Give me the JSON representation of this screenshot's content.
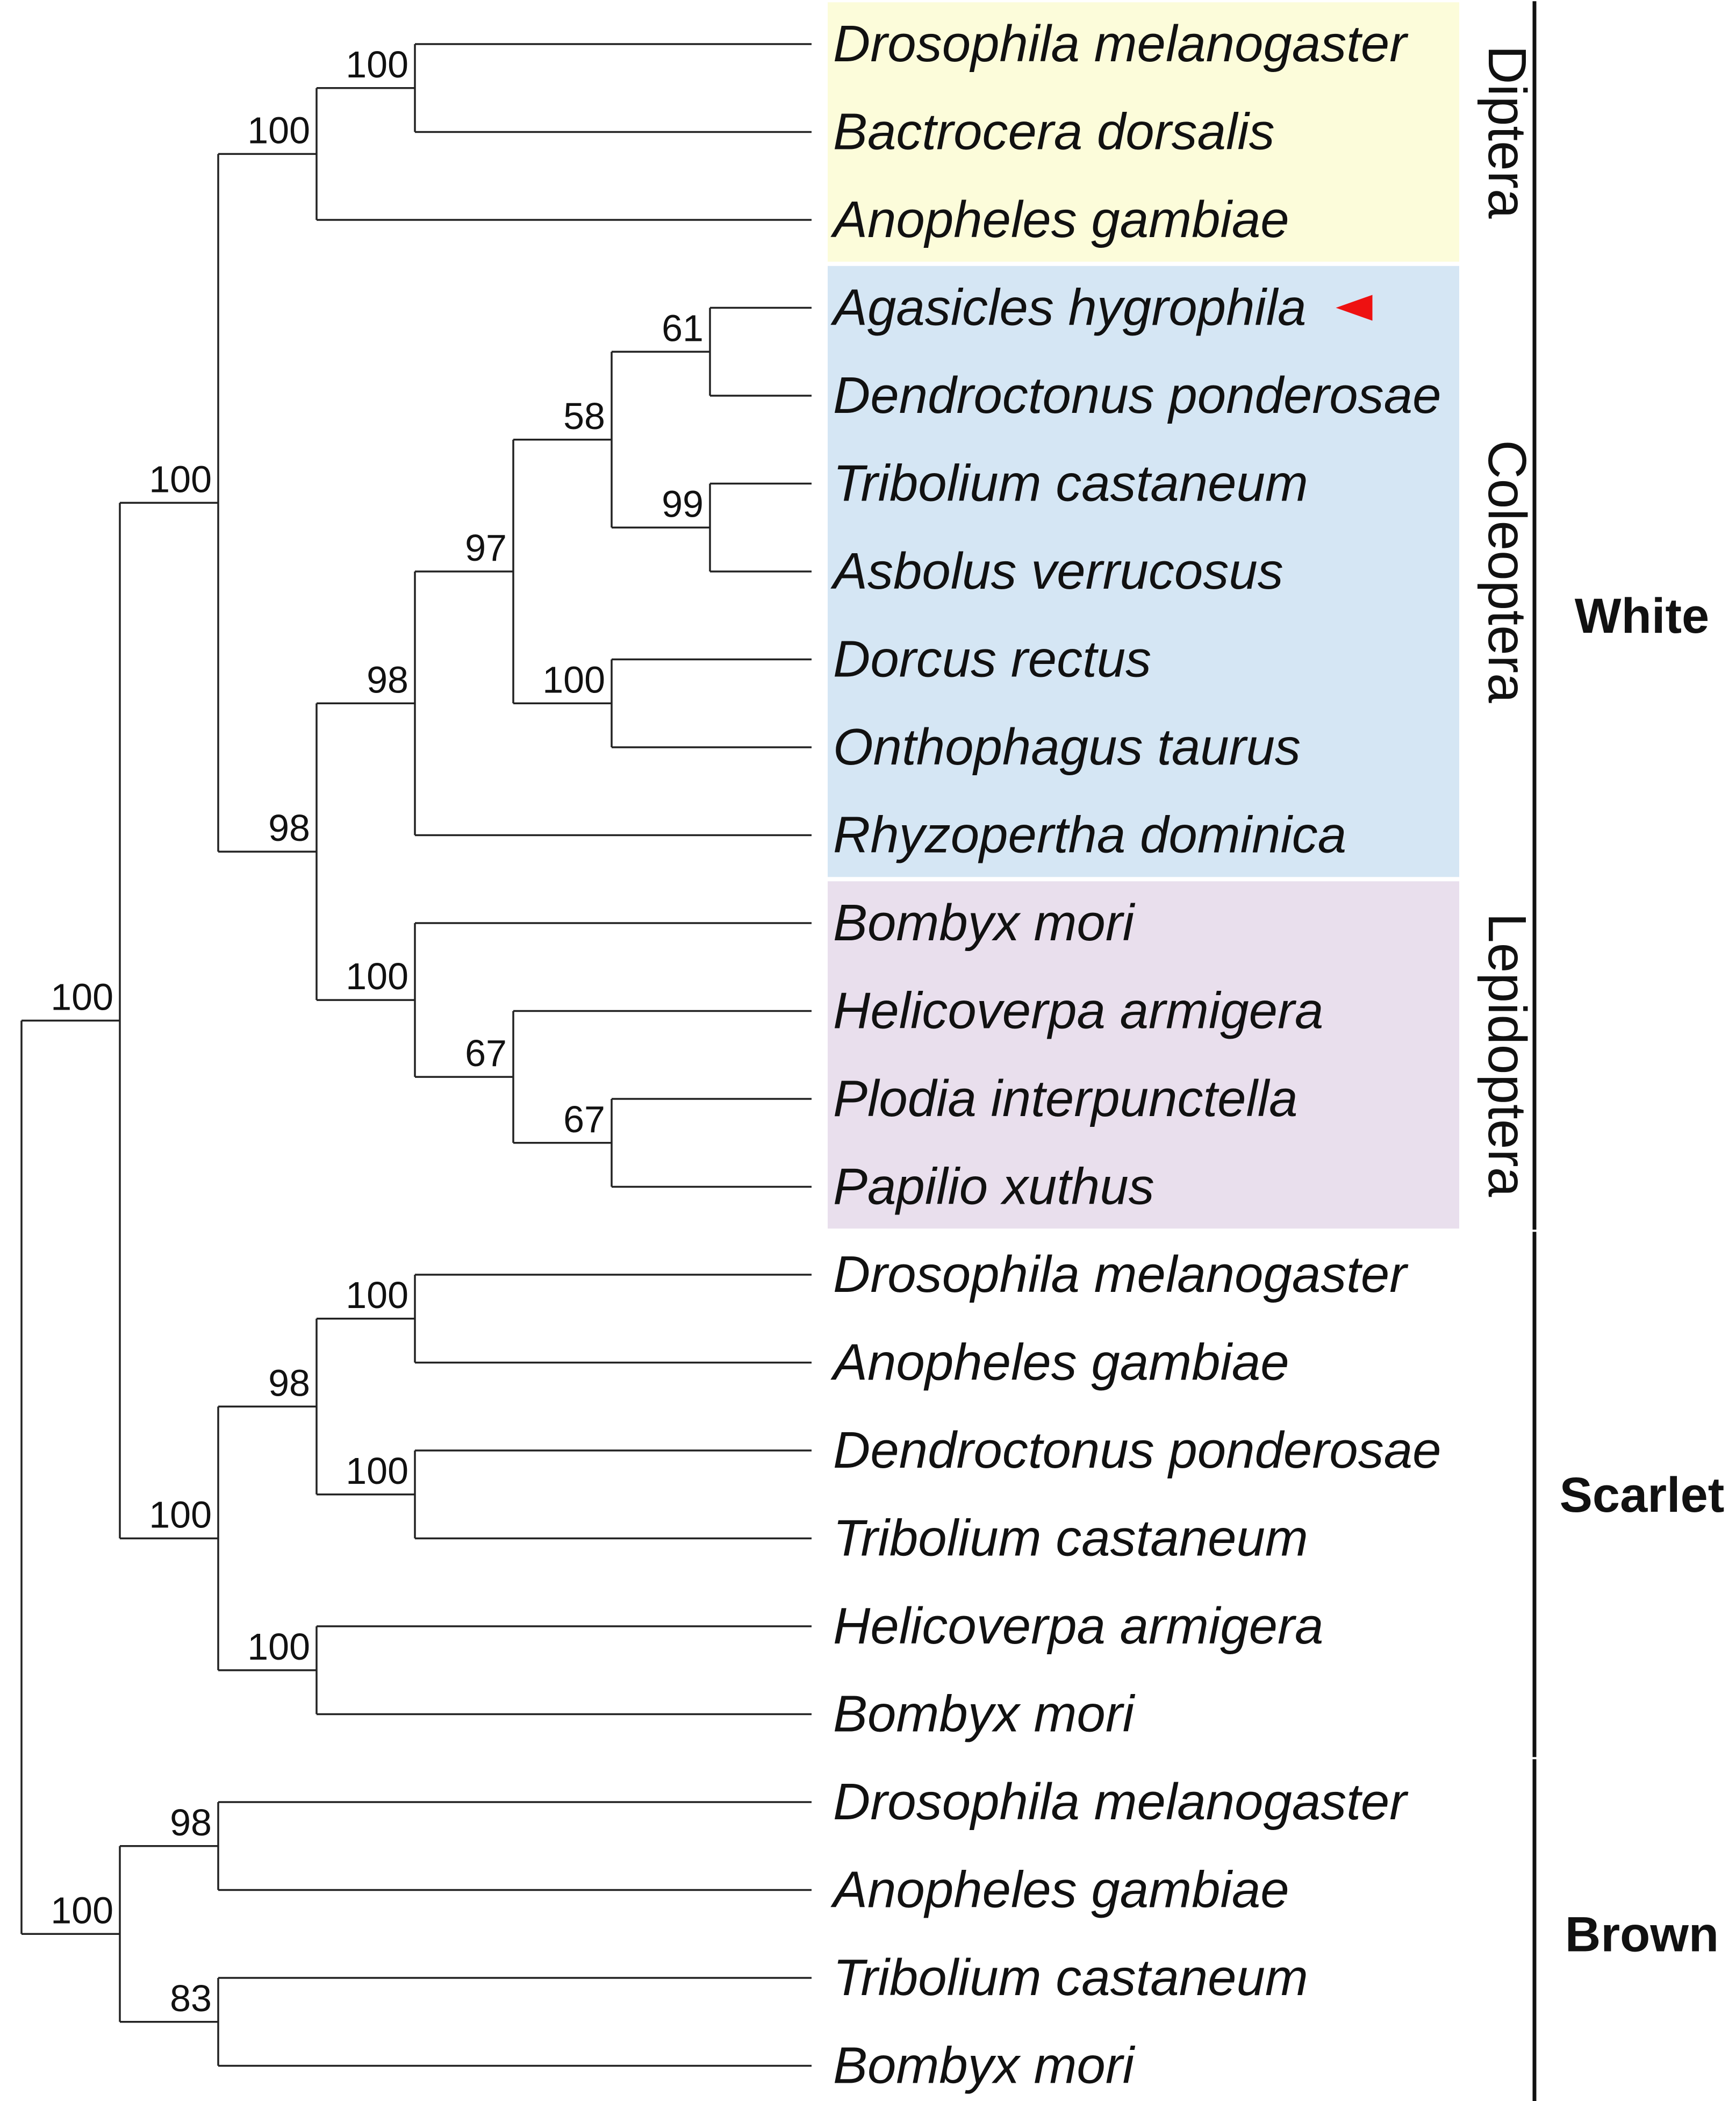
{
  "colors": {
    "diptera_bg": "#FCFCDA",
    "coleoptera_bg": "#D5E6F4",
    "lepidoptera_bg": "#E9DFED",
    "marker": "#EE1111",
    "branch": "#222222"
  },
  "orders": [
    {
      "name": "Diptera",
      "from": 0,
      "to": 2,
      "color_key": "diptera_bg"
    },
    {
      "name": "Coleoptera",
      "from": 3,
      "to": 9,
      "color_key": "coleoptera_bg"
    },
    {
      "name": "Lepidoptera",
      "from": 10,
      "to": 13,
      "color_key": "lepidoptera_bg"
    }
  ],
  "groups": [
    {
      "name": "White",
      "from": 0,
      "to": 13
    },
    {
      "name": "Scarlet",
      "from": 14,
      "to": 19
    },
    {
      "name": "Brown",
      "from": 20,
      "to": 23
    }
  ],
  "marker": {
    "leaf": 3,
    "icon": "red-triangle-pointer-icon"
  },
  "tree": {
    "children": [
      {
        "support": "100",
        "children": [
          {
            "support": "100",
            "children": [
              {
                "support": "100",
                "children": [
                  {
                    "support": "100",
                    "children": [
                      {
                        "leaf": 0
                      },
                      {
                        "leaf": 1
                      }
                    ]
                  },
                  {
                    "leaf": 2
                  }
                ]
              },
              {
                "support": "98",
                "children": [
                  {
                    "support": "98",
                    "children": [
                      {
                        "support": "97",
                        "children": [
                          {
                            "support": "58",
                            "children": [
                              {
                                "support": "61",
                                "children": [
                                  {
                                    "leaf": 3
                                  },
                                  {
                                    "leaf": 4
                                  }
                                ]
                              },
                              {
                                "support": "99",
                                "children": [
                                  {
                                    "leaf": 5
                                  },
                                  {
                                    "leaf": 6
                                  }
                                ]
                              }
                            ]
                          },
                          {
                            "support": "100",
                            "children": [
                              {
                                "leaf": 7
                              },
                              {
                                "leaf": 8
                              }
                            ]
                          }
                        ]
                      },
                      {
                        "leaf": 9
                      }
                    ]
                  },
                  {
                    "support": "100",
                    "children": [
                      {
                        "leaf": 10
                      },
                      {
                        "support": "67",
                        "children": [
                          {
                            "leaf": 11
                          },
                          {
                            "support": "67",
                            "children": [
                              {
                                "leaf": 12
                              },
                              {
                                "leaf": 13
                              }
                            ]
                          }
                        ]
                      }
                    ]
                  }
                ]
              }
            ]
          },
          {
            "support": "100",
            "children": [
              {
                "support": "98",
                "children": [
                  {
                    "support": "100",
                    "children": [
                      {
                        "leaf": 14
                      },
                      {
                        "leaf": 15
                      }
                    ]
                  },
                  {
                    "support": "100",
                    "children": [
                      {
                        "leaf": 16
                      },
                      {
                        "leaf": 17
                      }
                    ]
                  }
                ]
              },
              {
                "support": "100",
                "children": [
                  {
                    "leaf": 18
                  },
                  {
                    "leaf": 19
                  }
                ]
              }
            ]
          }
        ]
      },
      {
        "support": "100",
        "children": [
          {
            "support": "98",
            "children": [
              {
                "leaf": 20
              },
              {
                "leaf": 21
              }
            ]
          },
          {
            "support": "83",
            "children": [
              {
                "leaf": 22
              },
              {
                "leaf": 23
              }
            ]
          }
        ]
      }
    ]
  },
  "taxa": [
    "Drosophila melanogaster",
    "Bactrocera dorsalis",
    "Anopheles gambiae",
    "Agasicles hygrophila",
    "Dendroctonus ponderosae",
    "Tribolium castaneum",
    "Asbolus verrucosus",
    "Dorcus rectus",
    "Onthophagus taurus",
    "Rhyzopertha dominica",
    "Bombyx mori",
    "Helicoverpa armigera",
    "Plodia interpunctella",
    "Papilio xuthus",
    "Drosophila melanogaster",
    "Anopheles gambiae",
    "Dendroctonus ponderosae",
    "Tribolium castaneum",
    "Helicoverpa armigera",
    "Bombyx mori",
    "Drosophila melanogaster",
    "Anopheles gambiae",
    "Tribolium castaneum",
    "Bombyx mori"
  ]
}
